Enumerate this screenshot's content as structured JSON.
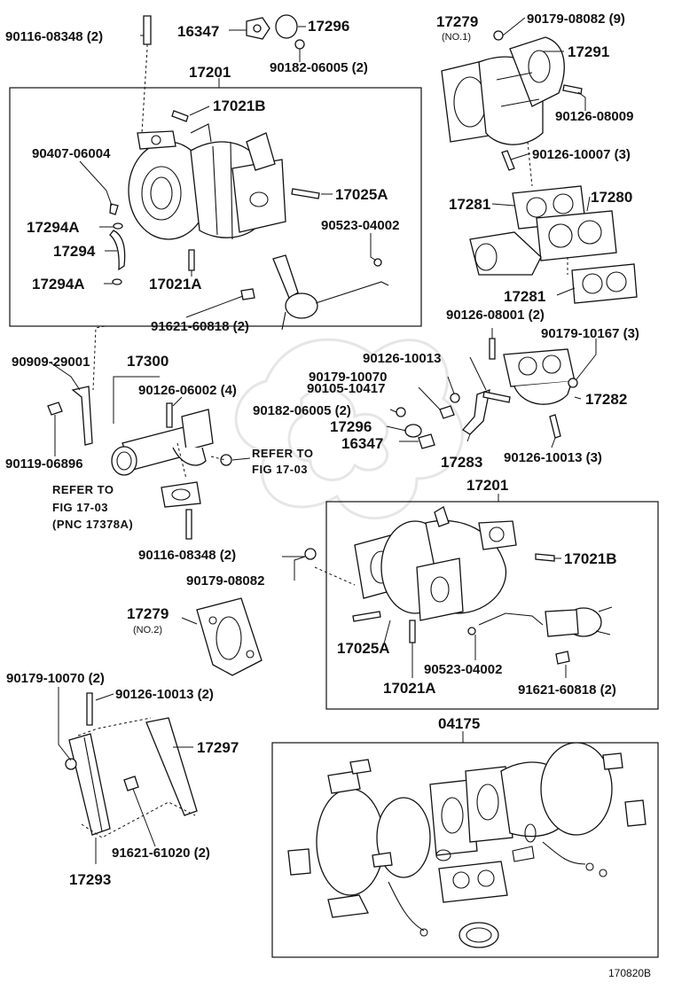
{
  "figure_id": "170820B",
  "labels": {
    "l_90116_top": "90116-08348 (2)",
    "l_16347_top": "16347",
    "l_17296_top": "17296",
    "l_90182_top": "90182-06005 (2)",
    "l_17201_top": "17201",
    "l_17021b_top": "17021B",
    "l_90407": "90407-06004",
    "l_17025a_top": "17025A",
    "l_90523_top": "90523-04002",
    "l_17294a_1": "17294A",
    "l_17294": "17294",
    "l_17294a_2": "17294A",
    "l_17021a_top": "17021A",
    "l_91621_top": "91621-60818 (2)",
    "l_17279_top": "17279",
    "l_no1": "(NO.1)",
    "l_90179_08082_9": "90179-08082 (9)",
    "l_17291": "17291",
    "l_90126_08009": "90126-08009",
    "l_90126_10007": "90126-10007 (3)",
    "l_17281_a": "17281",
    "l_17280": "17280",
    "l_17281_b": "17281",
    "l_90126_08001": "90126-08001 (2)",
    "l_90179_10167": "90179-10167 (3)",
    "l_90909": "90909-29001",
    "l_17300": "17300",
    "l_90126_06002": "90126-06002 (4)",
    "l_90119": "90119-06896",
    "l_90126_10013_mid": "90126-10013",
    "l_90179_10070_mid": "90179-10070",
    "l_90105": "90105-10417",
    "l_90182_mid": "90182-06005 (2)",
    "l_17296_mid": "17296",
    "l_16347_mid": "16347",
    "l_17282": "17282",
    "l_17283": "17283",
    "l_90126_10013_3": "90126-10013 (3)",
    "l_refer1_a": "REFER TO",
    "l_refer1_b": "FIG 17-03",
    "l_refer2_a": "REFER TO",
    "l_refer2_b": "FIG 17-03",
    "l_pnc": "(PNC 17378A)",
    "l_17201_mid": "17201",
    "l_90116_mid": "90116-08348 (2)",
    "l_90179_08082_mid": "90179-08082",
    "l_17021b_mid": "17021B",
    "l_17279_mid": "17279",
    "l_no2": "(NO.2)",
    "l_17025a_mid": "17025A",
    "l_90523_mid": "90523-04002",
    "l_17021a_mid": "17021A",
    "l_91621_mid": "91621-60818 (2)",
    "l_90179_10070_2": "90179-10070 (2)",
    "l_90126_10013_2": "90126-10013 (2)",
    "l_17297": "17297",
    "l_91621_61020": "91621-61020 (2)",
    "l_17293": "17293",
    "l_04175": "04175"
  }
}
